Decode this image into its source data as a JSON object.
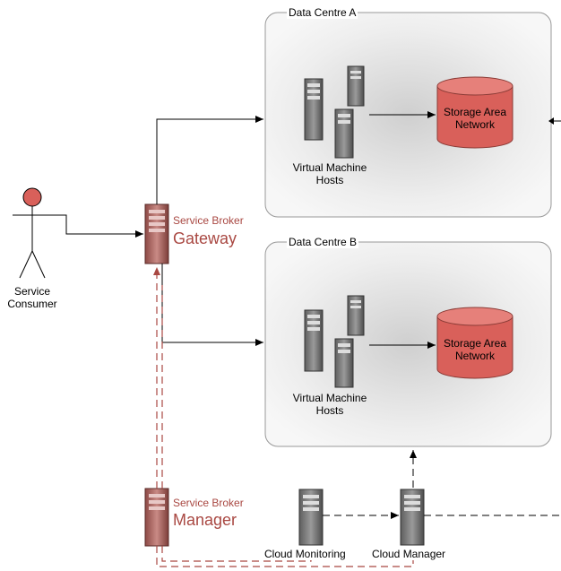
{
  "diagram": {
    "data_centre_a": {
      "title": "Data Centre A",
      "hosts_label": [
        "Virtual Machine",
        "Hosts"
      ],
      "storage_label": [
        "Storage Area",
        "Network"
      ]
    },
    "data_centre_b": {
      "title": "Data Centre B",
      "hosts_label": [
        "Virtual Machine",
        "Hosts"
      ],
      "storage_label": [
        "Storage Area",
        "Network"
      ]
    },
    "consumer": {
      "label": [
        "Service",
        "Consumer"
      ]
    },
    "gateway": {
      "small": "Service Broker",
      "big": "Gateway"
    },
    "manager": {
      "small": "Service Broker",
      "big": "Manager"
    },
    "monitoring": {
      "label": "Cloud Monitoring"
    },
    "cloud_manager": {
      "label": "Cloud Manager"
    },
    "colors": {
      "accent_red": "#a94842",
      "storage_fill": "#d9605a",
      "storage_top": "#e6807a",
      "panel_border": "#999999",
      "server_body": "#7a7a7a"
    }
  }
}
